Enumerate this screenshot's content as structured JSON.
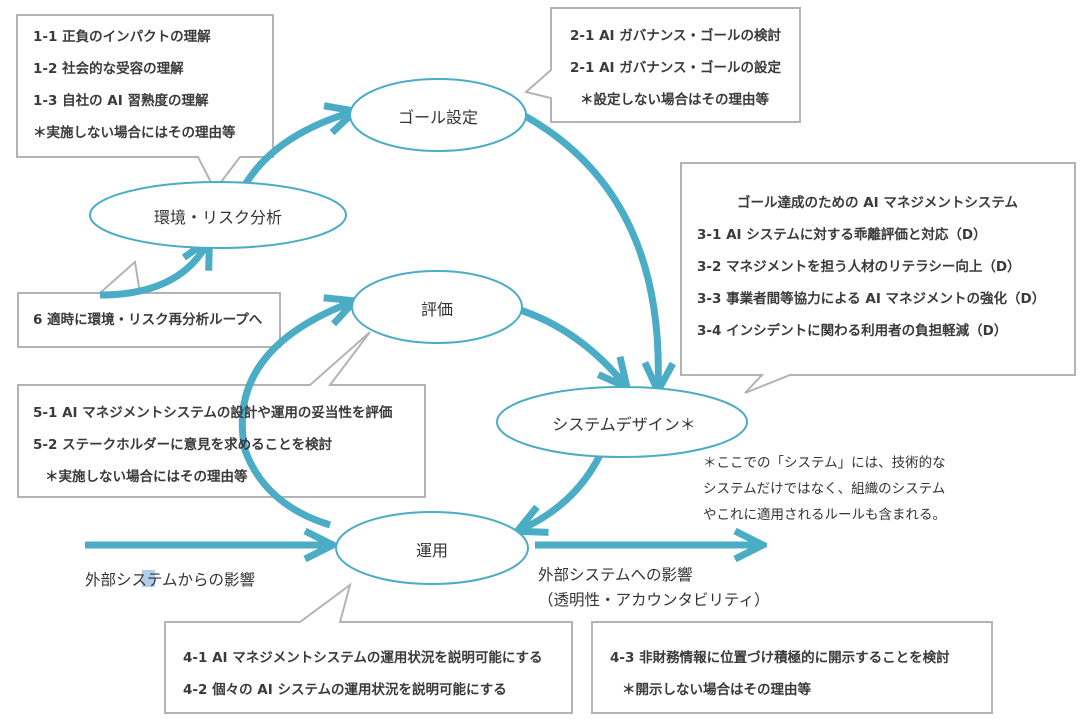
{
  "nodes": {
    "goal": "ゴール設定",
    "env": "環境・リスク分析",
    "eval": "評価",
    "design": "システムデザイン＊",
    "ops": "運用"
  },
  "callouts": {
    "c1": [
      "1-1  正負のインパクトの理解",
      "1-2  社会的な受容の理解",
      "1-3  自社の AI 習熟度の理解",
      "＊実施しない場合にはその理由等"
    ],
    "c2": [
      "2-1 AI ガバナンス・ゴールの検討",
      "2-1 AI ガバナンス・ゴールの設定",
      "＊設定しない場合はその理由等"
    ],
    "c3_title": "ゴール達成のための AI マネジメントシステム",
    "c3": [
      "3-1 AI システムに対する乖離評価と対応（D）",
      "3-2  マネジメントを担う人材のリテラシー向上（D）",
      "3-3  事業者間等協力による AI マネジメントの強化（D）",
      "3-4  インシデントに関わる利用者の負担軽減（D）"
    ],
    "c6": "6  適時に環境・リスク再分析ループへ",
    "c5": [
      "5-1 AI マネジメントシステムの設計や運用の妥当性を評価",
      "5-2  ステークホルダーに意見を求めることを検討",
      "＊実施しない場合にはその理由等"
    ],
    "c4a": [
      "4-1 AI マネジメントシステムの運用状況を説明可能にする",
      "4-2  個々の AI システムの運用状況を説明可能にする"
    ],
    "c4b": [
      "4-3  非財務情報に位置づけ積極的に開示することを検討",
      "＊開示しない場合はその理由等"
    ]
  },
  "texts": {
    "inbound": "外部システムからの影響",
    "outbound": "外部システムへの影響",
    "outbound_sub": "（透明性・アカウンタビリティ）",
    "footnote": [
      "＊ここでの「システム」には、技術的な",
      "システムだけではなく、組織のシステム",
      "やこれに適用されるルールも含まれる。"
    ]
  },
  "colors": {
    "arrow": "#4bacc6",
    "border": "#b3b3b3"
  }
}
